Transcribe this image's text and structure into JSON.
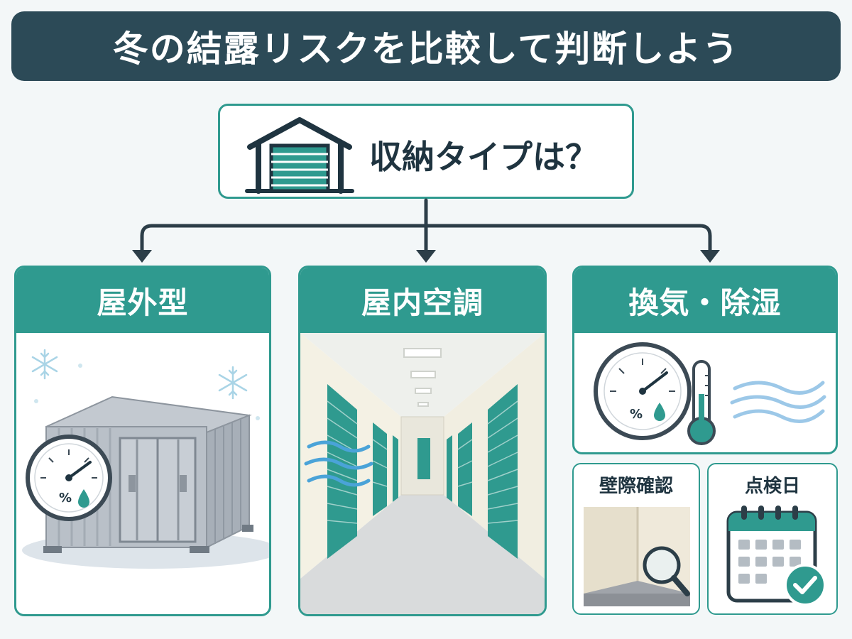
{
  "banner": {
    "title": "冬の結露リスクを比較して判断しよう"
  },
  "question": {
    "text": "収納タイプは？"
  },
  "options": [
    {
      "title": "屋外型"
    },
    {
      "title": "屋内空調"
    },
    {
      "title": "換気・除湿"
    }
  ],
  "tips": [
    {
      "title": "壁際確認"
    },
    {
      "title": "点検日"
    }
  ],
  "gauge_symbol": "%",
  "colors": {
    "banner_bg": "#2c4a57",
    "accent": "#2f9a8f",
    "text_dark": "#1f3440",
    "background": "#f3f7f8"
  },
  "icons": [
    "warehouse-icon",
    "snowflake-icon",
    "humidity-gauge-icon",
    "thermometer-icon",
    "airflow-icon",
    "magnifier-icon",
    "calendar-icon",
    "check-icon"
  ]
}
